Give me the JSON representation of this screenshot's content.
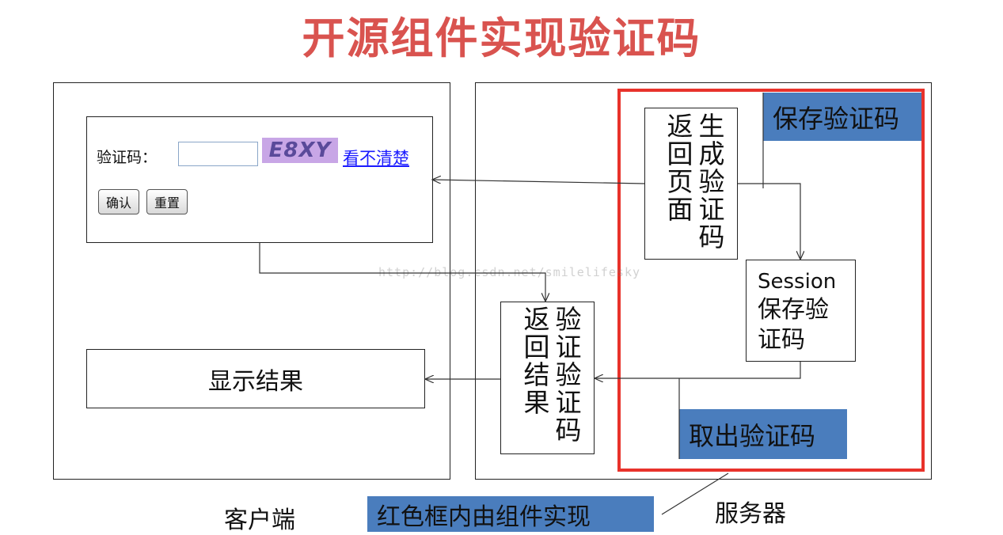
{
  "title": "开源组件实现验证码",
  "client": {
    "label": "客户端",
    "form": {
      "captcha_label": "验证码：",
      "captcha_input_value": "",
      "captcha_image_text": "E8XY",
      "refresh_link": "看不清楚",
      "confirm_button": "确认",
      "reset_button": "重置"
    },
    "result_box": "显示结果"
  },
  "server": {
    "label": "服务器",
    "generate_box": {
      "left_col": "返回页面",
      "right_col": "生成验证码"
    },
    "save_captcha_label": "保存验证码",
    "session_box": {
      "line1": "Session",
      "line2": "保存验证码"
    },
    "take_captcha_label": "取出验证码",
    "verify_box": {
      "left_col": "返回结果",
      "right_col": "验证验证码"
    }
  },
  "footer_note": "红色框内由组件实现",
  "watermark": "http://blog.csdn.net/smilelifesky",
  "colors": {
    "title": "#d9534f",
    "red_frame": "#e8322b",
    "blue_label": "#4a7dbd",
    "link": "#1a1aff",
    "captcha_bg": "#c8a6e6"
  }
}
